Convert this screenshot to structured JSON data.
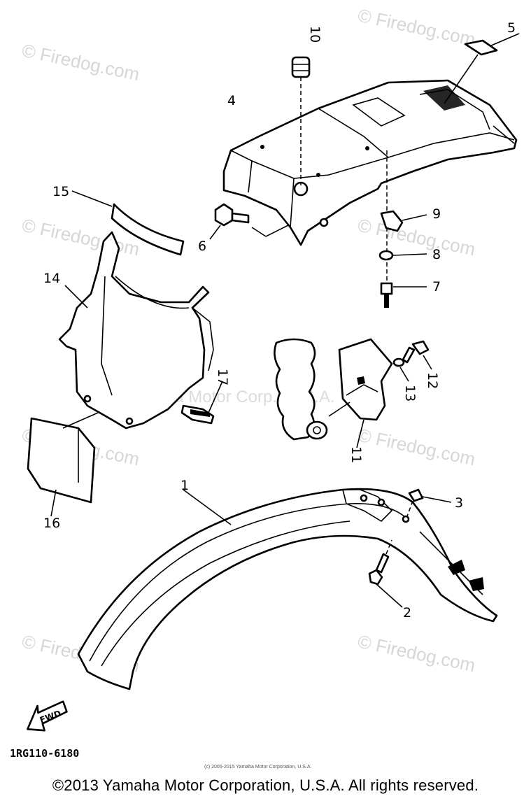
{
  "watermark": {
    "text": "© Firedog.com",
    "center_text": "Yamaha Motor Corp., U.S.A."
  },
  "diagram": {
    "drawing_code": "1RG110-6180",
    "small_credit": "(c) 2005-2015 Yamaha Motor Corporation, U.S.A.",
    "fwd_label": "FWD",
    "callouts": [
      "1",
      "2",
      "3",
      "4",
      "5",
      "6",
      "7",
      "8",
      "9",
      "10",
      "11",
      "12",
      "13",
      "14",
      "15",
      "16",
      "17"
    ]
  },
  "footer": {
    "copyright": "©2013 Yamaha Motor Corporation, U.S.A. All rights reserved."
  }
}
